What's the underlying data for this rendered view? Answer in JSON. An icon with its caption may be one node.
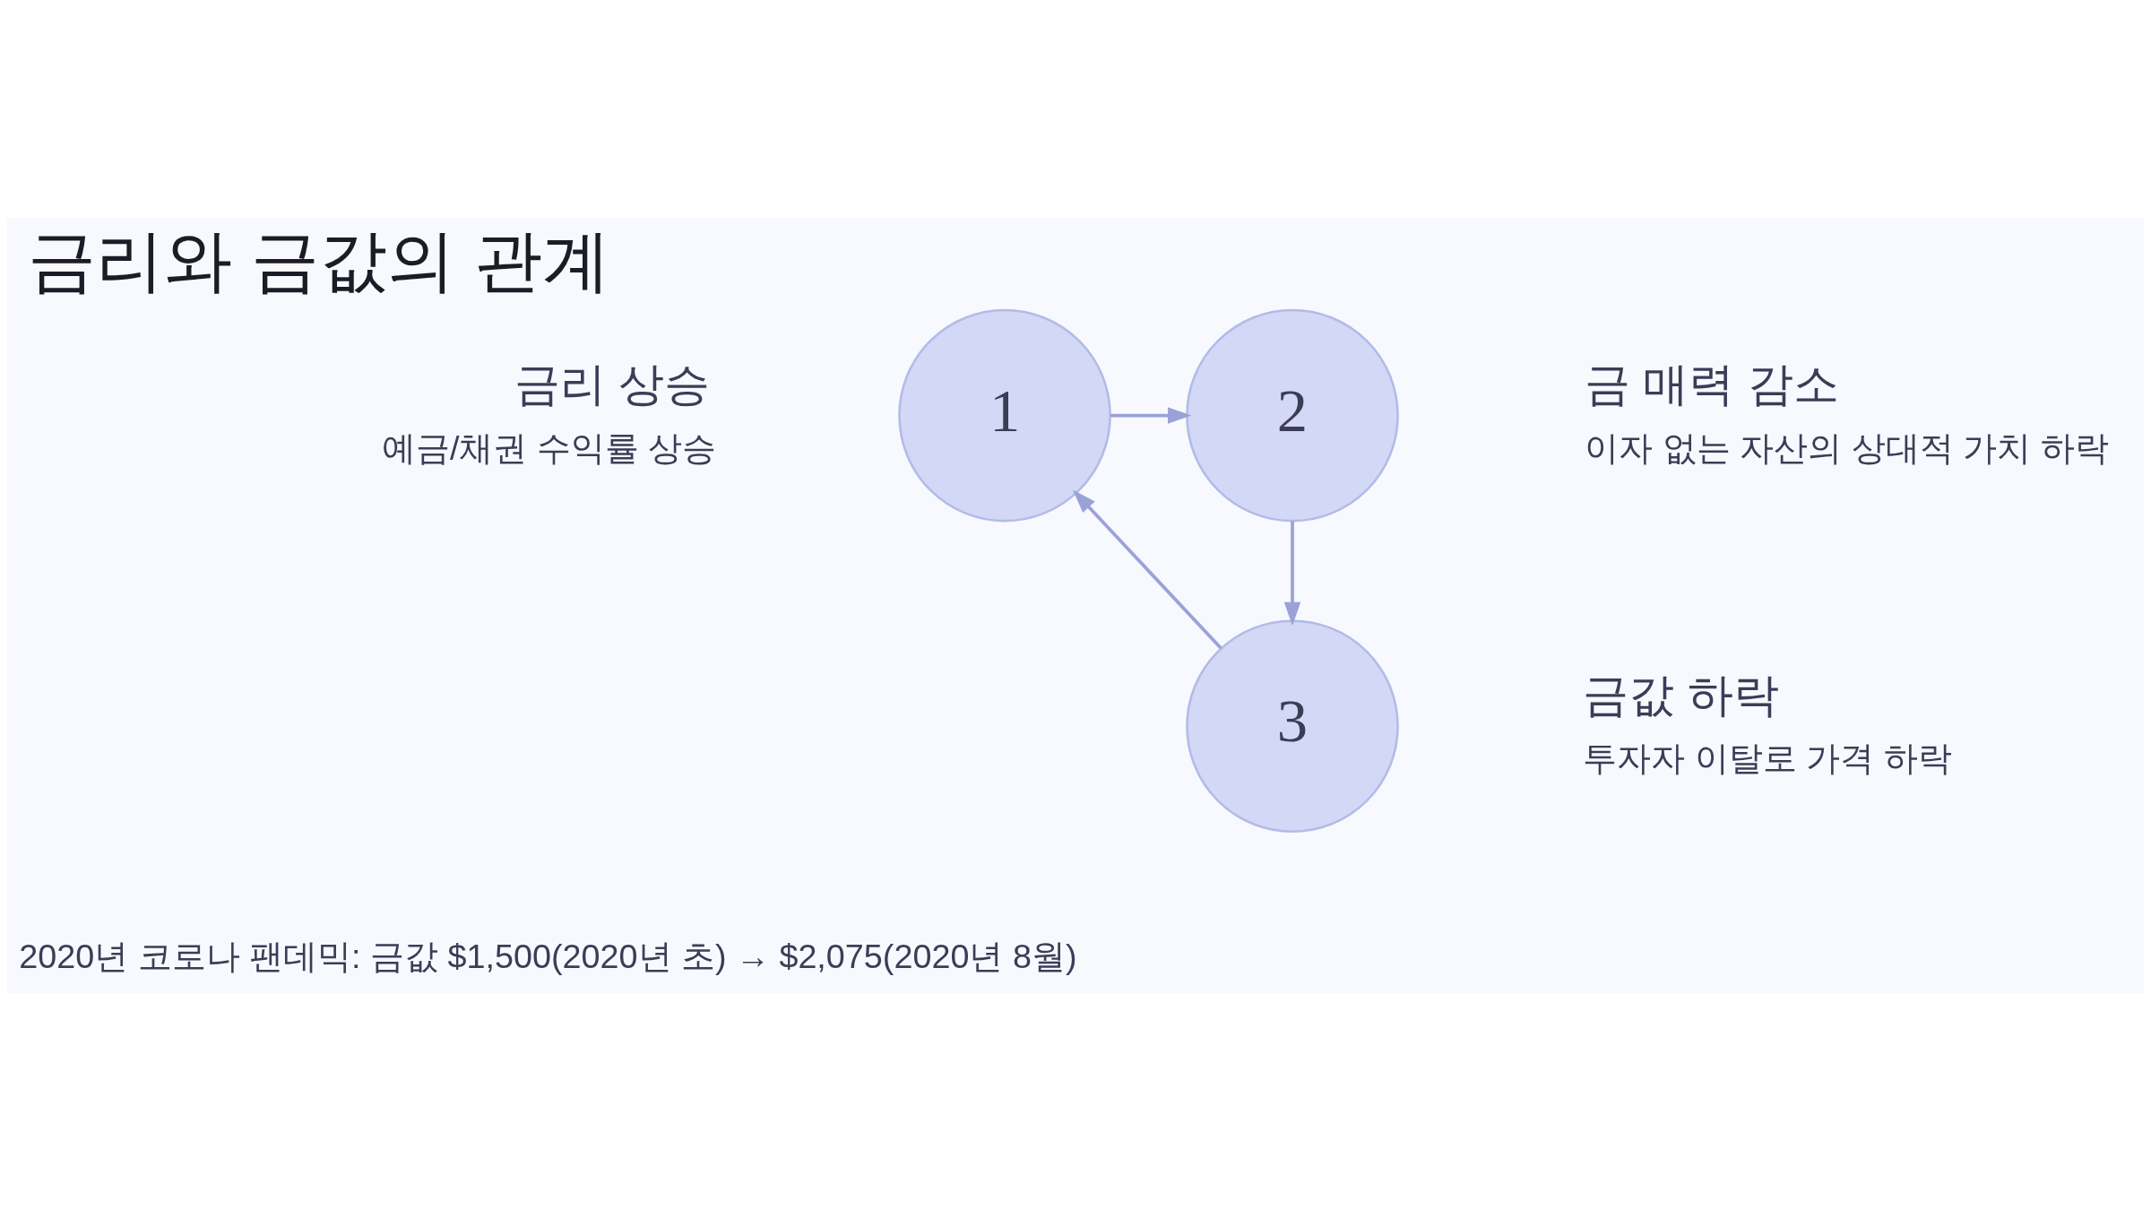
{
  "diagram": {
    "title": "금리와 금값의 관계",
    "caption": "2020년 코로나 팬데믹: 금값 $1,500(2020년 초) → $2,075(2020년 8월)",
    "nodes": [
      {
        "text": [
          "1"
        ],
        "beside": [
          "금리 상승",
          "예금/채권 수익률 상승"
        ]
      },
      {
        "text": [
          "2"
        ],
        "beside": [
          "금 매력 감소",
          "이자 없는 자산의 상대적 가치 하락"
        ]
      },
      {
        "text": [
          "3"
        ],
        "beside": [
          "금값 하락",
          "투자자 이탈로 가격 하락"
        ]
      }
    ],
    "edges": [
      {
        "from": 0,
        "to": 1,
        "arrow": "to"
      },
      {
        "from": 1,
        "to": 2,
        "arrow": "to"
      },
      {
        "from": 2,
        "to": 0,
        "arrow": "to"
      }
    ]
  }
}
